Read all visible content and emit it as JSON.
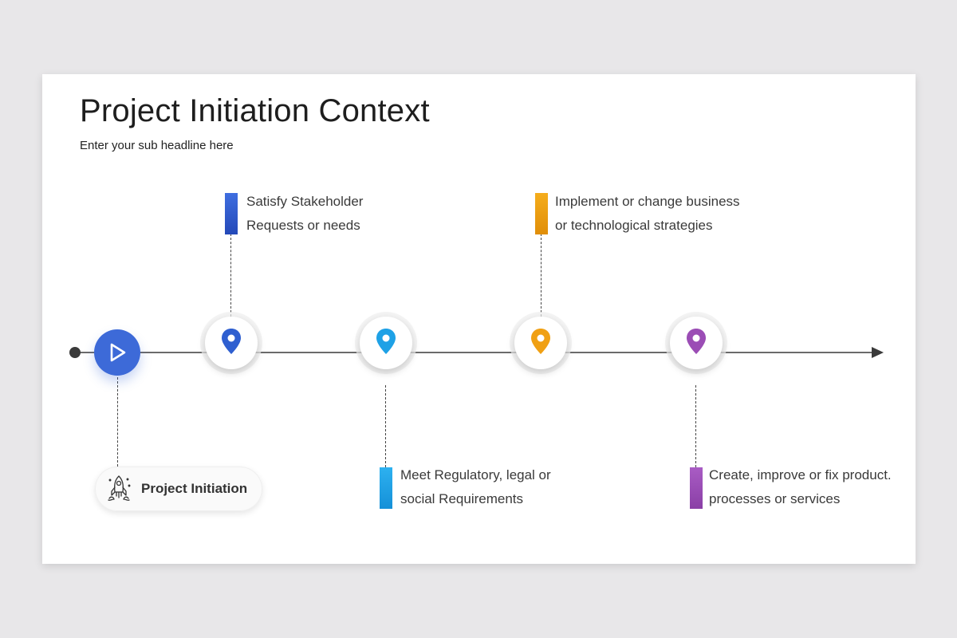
{
  "slide": {
    "title": "Project Initiation Context",
    "subtitle": "Enter your sub headline here"
  },
  "start": {
    "label": "Project Initiation",
    "icon": "rocket-icon",
    "play_icon": "play-icon",
    "color": "#3d6ad8"
  },
  "milestones": [
    {
      "line1": "Satisfy Stakeholder",
      "line2": "Requests or needs",
      "color": "#2f5fd0",
      "icon": "location-pin-icon",
      "position": "above"
    },
    {
      "line1": "Meet Regulatory, legal or",
      "line2": "social Requirements",
      "color": "#1ea1e6",
      "icon": "location-pin-icon",
      "position": "below"
    },
    {
      "line1": "Implement or change business",
      "line2": "or technological strategies",
      "color": "#f0a013",
      "icon": "location-pin-icon",
      "position": "above"
    },
    {
      "line1": "Create, improve or fix product.",
      "line2": "processes or services",
      "color": "#9b4db5",
      "icon": "location-pin-icon",
      "position": "below"
    }
  ]
}
